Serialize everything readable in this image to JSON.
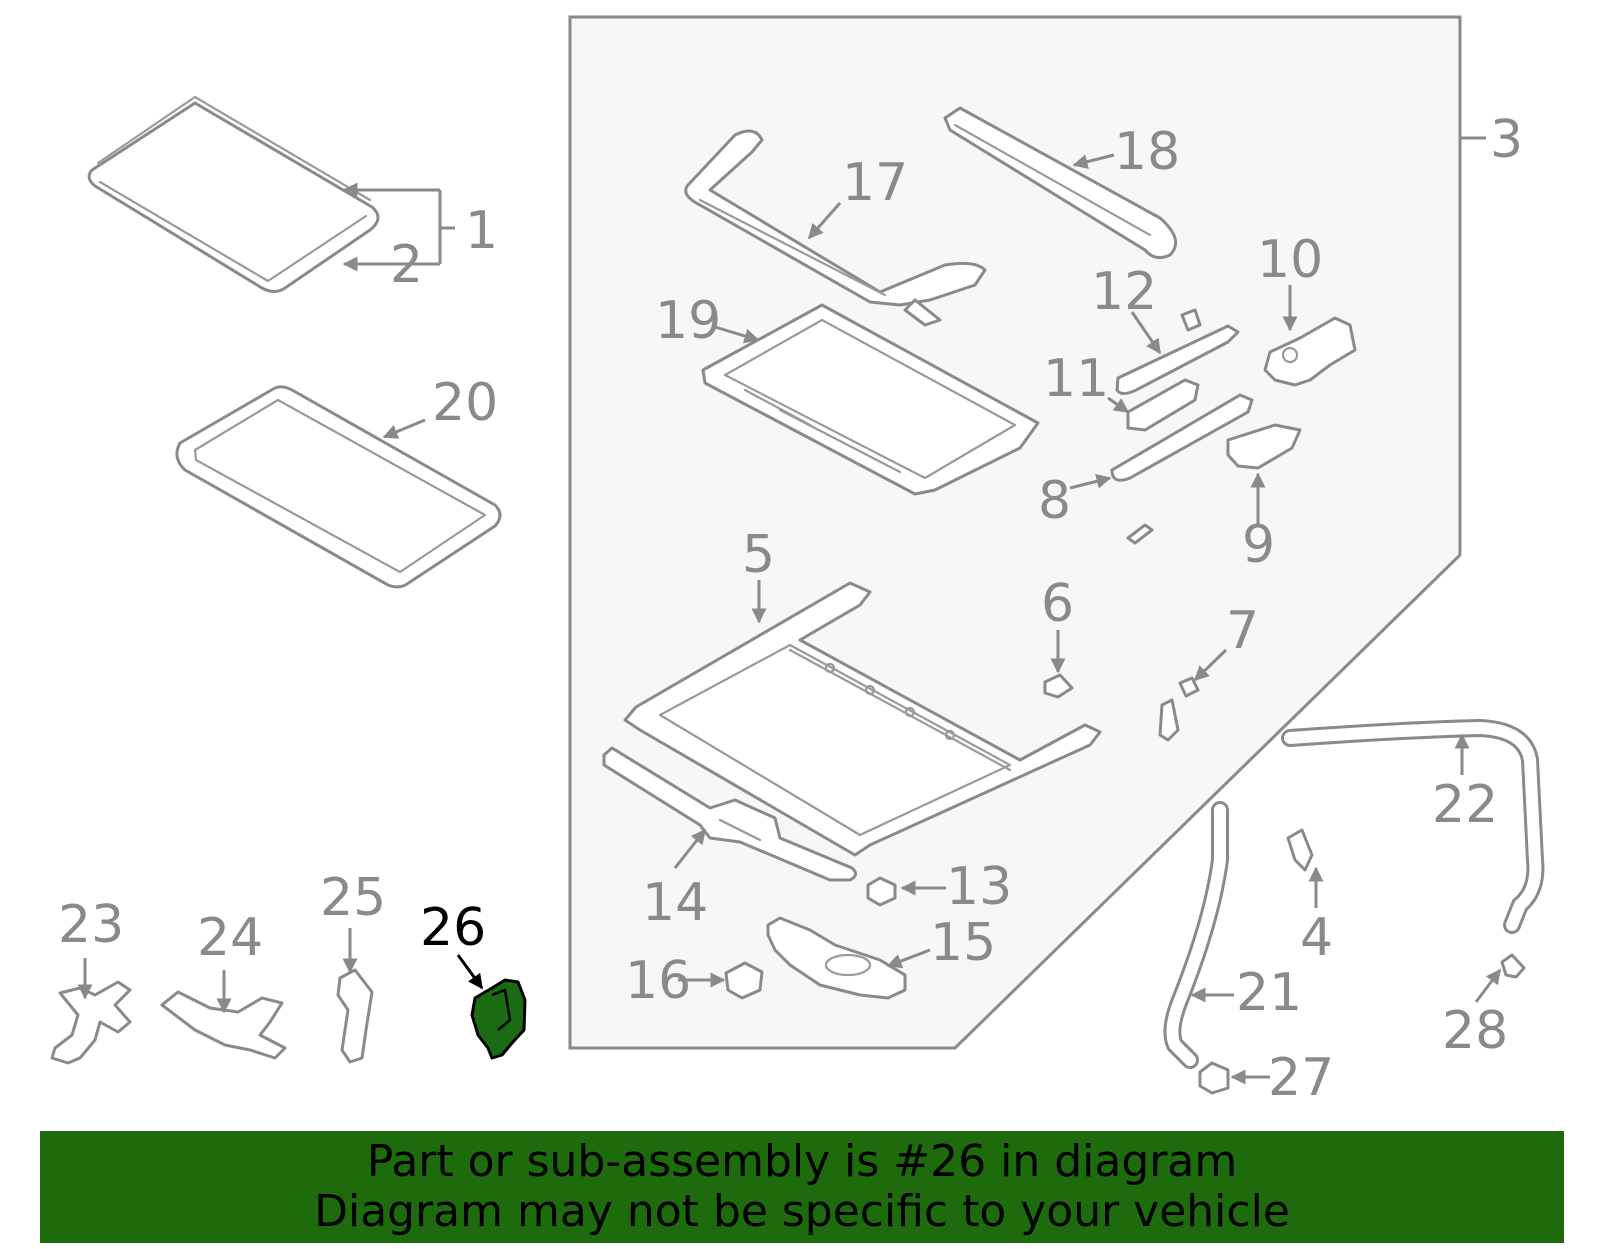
{
  "highlighted_part": "26",
  "callouts": {
    "c1": "1",
    "c2": "2",
    "c3": "3",
    "c4": "4",
    "c5": "5",
    "c6": "6",
    "c7": "7",
    "c8": "8",
    "c9": "9",
    "c10": "10",
    "c11": "11",
    "c12": "12",
    "c13": "13",
    "c14": "14",
    "c15": "15",
    "c16": "16",
    "c17": "17",
    "c18": "18",
    "c19": "19",
    "c20": "20",
    "c21": "21",
    "c22": "22",
    "c23": "23",
    "c24": "24",
    "c25": "25",
    "c26": "26",
    "c27": "27",
    "c28": "28"
  },
  "banner": {
    "line1": "Part or sub-assembly is #26 in diagram",
    "line2": "Diagram may not be specific to your vehicle"
  },
  "colors": {
    "part_outline": "#8a8a8a",
    "highlight_fill": "#1b6b12",
    "banner_bg": "#1e6b0e",
    "assembly_bg": "#f7f7f7"
  }
}
